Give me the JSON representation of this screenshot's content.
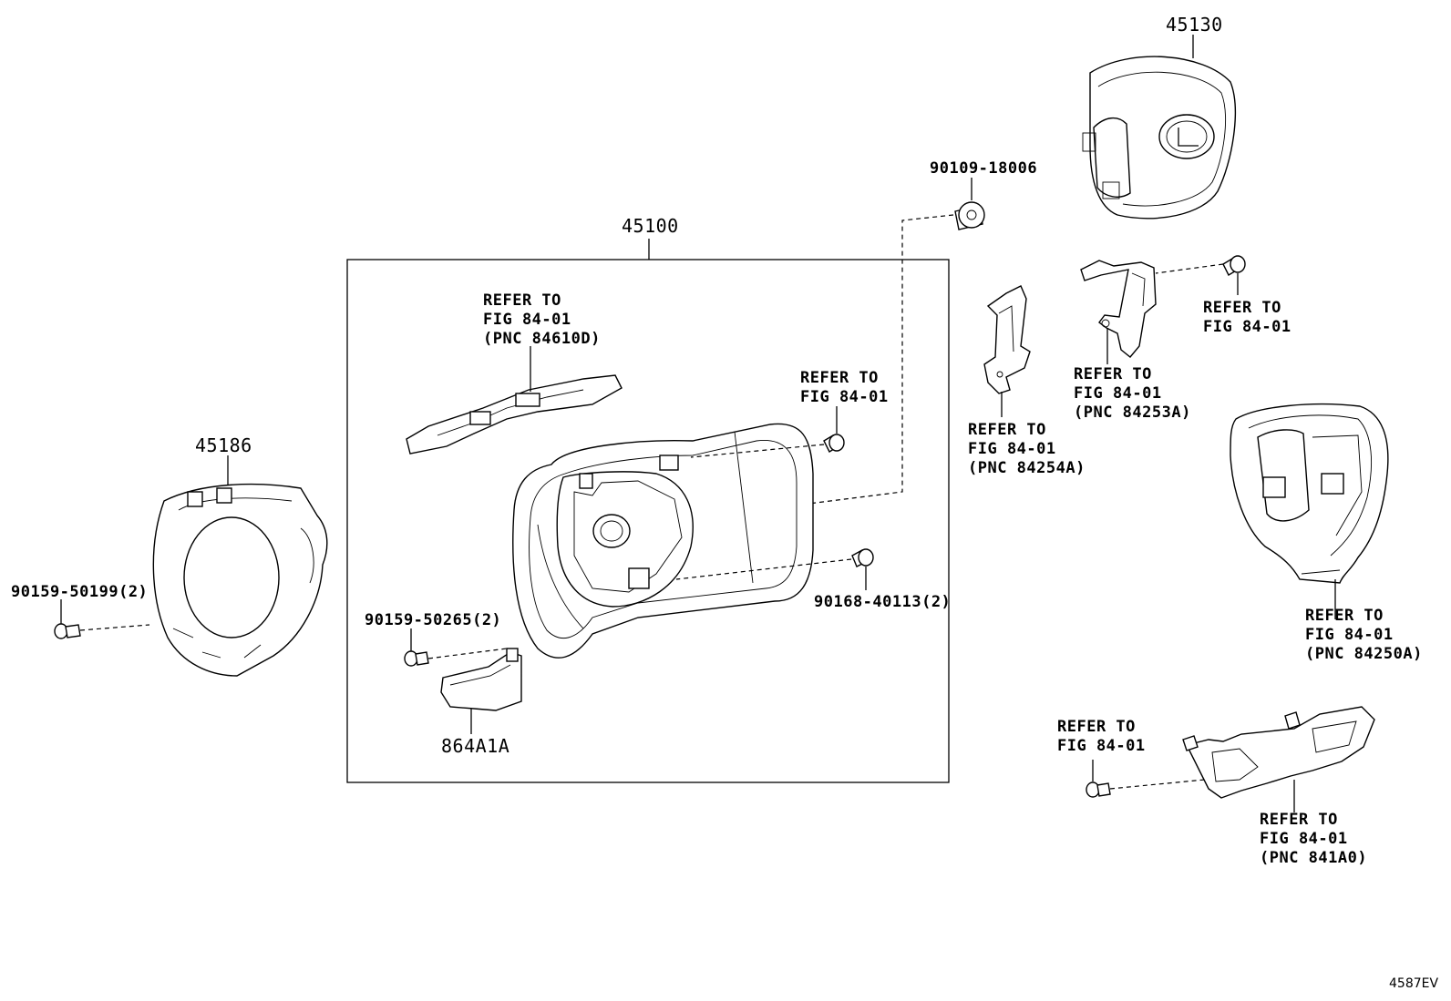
{
  "labels": {
    "p45130": "45130",
    "p90109": "90109-18006",
    "p45100": "45100",
    "ref_a_l1": "REFER TO",
    "ref_a_l2": "FIG 84-01",
    "ref_a_l3": "(PNC 84610D)",
    "ref_b_l1": "REFER TO",
    "ref_b_l2": "FIG 84-01",
    "ref_c_l1": "REFER TO",
    "ref_c_l2": "FIG 84-01",
    "ref_c_l3": "(PNC 84254A)",
    "ref_d_l1": "REFER TO",
    "ref_d_l2": "FIG 84-01",
    "ref_d_l3": "(PNC 84253A)",
    "ref_e_l1": "REFER TO",
    "ref_e_l2": "FIG 84-01",
    "ref_f_l1": "REFER TO",
    "ref_f_l2": "FIG 84-01",
    "ref_f_l3": "(PNC 84250A)",
    "ref_g_l1": "REFER TO",
    "ref_g_l2": "FIG 84-01",
    "ref_h_l1": "REFER TO",
    "ref_h_l2": "FIG 84-01",
    "ref_h_l3": "(PNC 841A0)",
    "p45186": "45186",
    "p90159a": "90159-50199(2)",
    "p90159b": "90159-50265(2)",
    "p90168": "90168-40113(2)",
    "p864A1A": "864A1A",
    "fig_code": "4587EV"
  }
}
